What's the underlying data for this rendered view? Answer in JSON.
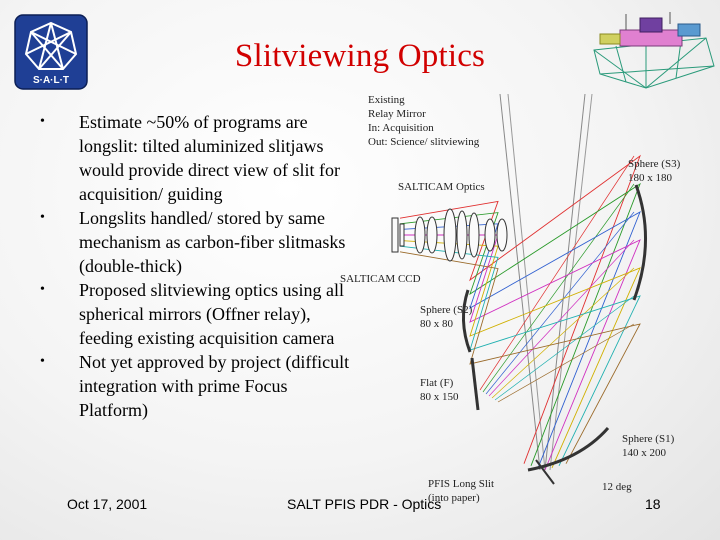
{
  "slide": {
    "title": "Slitviewing Optics",
    "bullets": [
      "Estimate ~50% of programs are longslit: tilted aluminized slitjaws would provide direct view of slit for acquisition/ guiding",
      "Longslits handled/ stored by same mechanism as carbon-fiber slitmasks (double-thick)",
      "Proposed slitviewing optics using all spherical mirrors (Offner relay), feeding existing acquisition camera",
      "Not yet approved by project (difficult integration with prime Focus Platform)"
    ],
    "bullet_glyph": "•",
    "logo_text": "S·A·L·T"
  },
  "diagram": {
    "labels": {
      "existing_1": "Existing",
      "existing_2": "Relay Mirror",
      "existing_3": "In: Acquisition",
      "existing_4": "Out: Science/ slitviewing",
      "salticam_optics": "SALTICAM Optics",
      "salticam_ccd": "SALTICAM CCD",
      "s3_name": "Sphere (S3)",
      "s3_size": "180 x 180",
      "s2_name": "Sphere (S2)",
      "s2_size": "80 x 80",
      "flat_name": "Flat (F)",
      "flat_size": "80 x 150",
      "s1_name": "Sphere (S1)",
      "s1_size": "140 x 200",
      "pfis_1": "PFIS Long Slit",
      "pfis_2": "(into paper)",
      "angle": "12 deg"
    },
    "ray_colors": [
      "#e03030",
      "#2a9a2a",
      "#3060d0",
      "#d030c0",
      "#d0b000",
      "#20b0b0",
      "#9a6a2a"
    ]
  },
  "footer": {
    "date": "Oct 17, 2001",
    "center": "SALT PFIS PDR - Optics",
    "page": "18"
  },
  "colors": {
    "title": "#d10000",
    "logo": "#1f3f95"
  }
}
